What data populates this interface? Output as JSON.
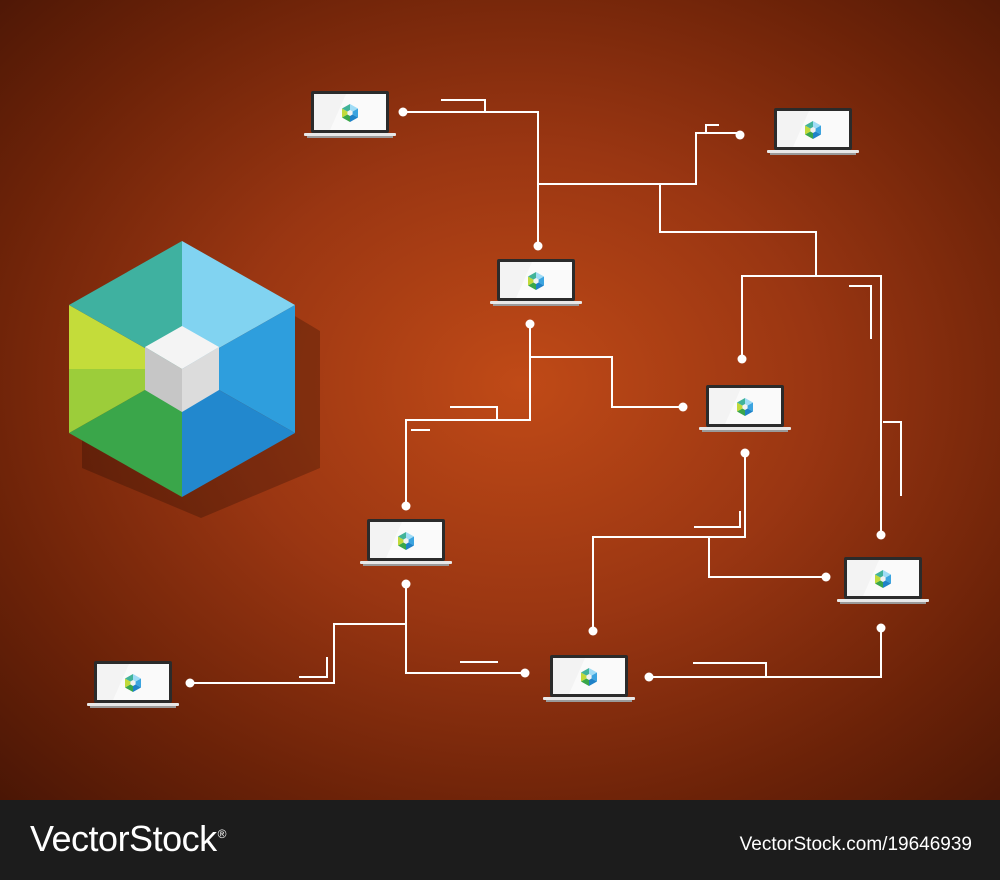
{
  "colors": {
    "background_center": "#c04a17",
    "background_edge": "#4a1605",
    "line": "#ffffff",
    "laptop_body": "#f4f4f4",
    "cube_top_right": "#5fc6ec",
    "cube_bottom_right": "#1d8ed6",
    "cube_bottom_left": "#3aa64a",
    "cube_left_yellow": "#b8d432",
    "cube_left_teal": "#3fb1a0",
    "footer": "#1c1c1c"
  },
  "diagram": {
    "hub": {
      "icon": "hexagon-cube-icon"
    },
    "nodes": [
      {
        "id": "laptop-1",
        "icon": "laptop-icon"
      },
      {
        "id": "laptop-2",
        "icon": "laptop-icon"
      },
      {
        "id": "laptop-3",
        "icon": "laptop-icon"
      },
      {
        "id": "laptop-4",
        "icon": "laptop-icon"
      },
      {
        "id": "laptop-5",
        "icon": "laptop-icon"
      },
      {
        "id": "laptop-6",
        "icon": "laptop-icon"
      },
      {
        "id": "laptop-7",
        "icon": "laptop-icon"
      },
      {
        "id": "laptop-8",
        "icon": "laptop-icon"
      },
      {
        "id": "laptop-9",
        "icon": "laptop-icon"
      }
    ]
  },
  "footer": {
    "brand": "VectorStock",
    "registered_mark": "®",
    "url": "VectorStock.com/19646939"
  }
}
